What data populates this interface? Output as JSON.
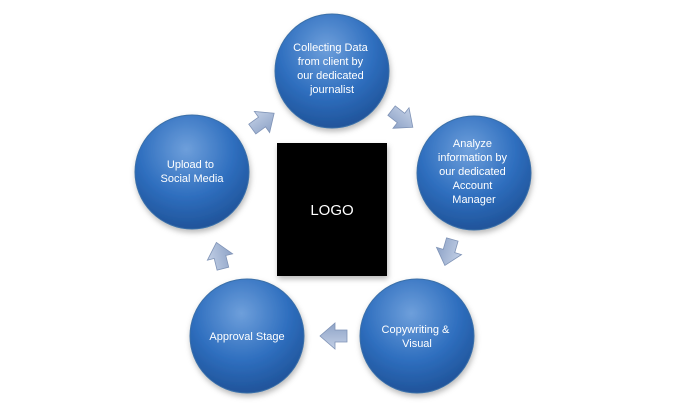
{
  "logo": {
    "label": "LOGO"
  },
  "steps": [
    {
      "id": "collecting",
      "lines": [
        "Collecting Data",
        "from client by",
        "our dedicated",
        "journalist"
      ]
    },
    {
      "id": "analyze",
      "lines": [
        "Analyze",
        "information by",
        "our dedicated",
        "Account",
        "Manager"
      ]
    },
    {
      "id": "copywriting",
      "lines": [
        "Copywriting &",
        "Visual"
      ]
    },
    {
      "id": "approval",
      "lines": [
        "Approval Stage"
      ]
    },
    {
      "id": "upload",
      "lines": [
        "Upload to",
        "Social Media"
      ]
    }
  ],
  "colors": {
    "circle_light": "#6e9fdb",
    "circle_mid": "#2f6fbf",
    "circle_dark": "#1d4f94",
    "arrow_light": "#c3d0e6",
    "arrow_dark": "#8ea3c7",
    "logo_fill": "#000000"
  }
}
